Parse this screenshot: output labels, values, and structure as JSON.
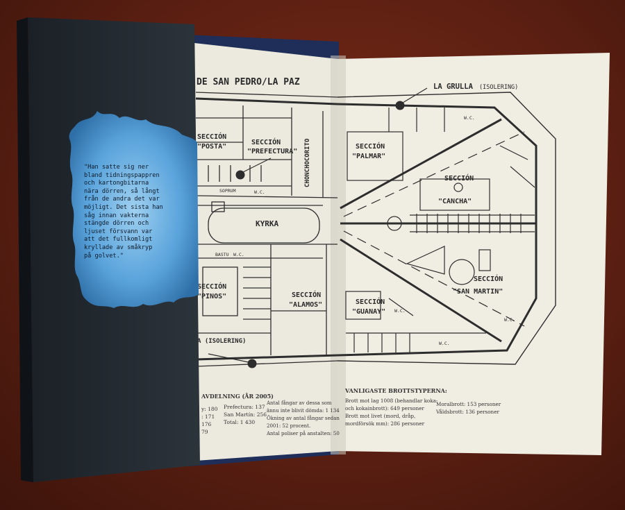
{
  "map": {
    "title_partial": "DE SAN PEDRO/LA PAZ",
    "labels": {
      "la_grulla": "LA GRULLA",
      "isolering_right": "(ISOLERING)",
      "posta_section": "SECCIÓN",
      "posta_name": "\"POSTA\"",
      "prefectura_section": "SECCIÓN",
      "prefectura_name": "\"PREFECTURA\"",
      "chonchocorito": "CHONCHOCORITO",
      "sopbum": "SOPRUM",
      "wc1": "W.C.",
      "palmar_section": "SECCIÓN",
      "palmar_name": "\"PALMAR\"",
      "cancha_section": "SECCIÓN",
      "cancha_name": "\"CANCHA\"",
      "kyrka": "KYRKA",
      "bastu": "BASTU",
      "wc2": "W.C.",
      "pinos_section": "SECCIÓN",
      "pinos_name": "\"PINOS\"",
      "alamos_section": "SECCIÓN",
      "alamos_name": "\"ALAMOS\"",
      "san_martin_section": "SECCIÓN",
      "san_martin_name": "\"SAN MARTIN\"",
      "guanay_section": "SECCIÓN",
      "guanay_name": "\"GUANAY\"",
      "wc3": "W.C.",
      "wc4": "W.C.",
      "wc5": "W.C.",
      "wc6": "W.C.",
      "isolering_left": "A (ISOLERING)"
    }
  },
  "stats": {
    "avdelning_heading": "AVDELNING (ÅR 2005)",
    "col1": [
      "y: 180",
      ": 171",
      "176",
      "79"
    ],
    "col2": [
      "Prefectura: 137",
      "San Martín: 256",
      "Total: 1 430"
    ],
    "col3": [
      "Antal fångar av dessa som",
      "ännu inte blivit dömda: 1 134",
      "Ökning av antal fångar sedan",
      "2001: 52 procent.",
      "Antal poliser på anstalten: 50"
    ],
    "brott_heading": "VANLIGASTE BROTTSTYPERNA:",
    "brott_col1": [
      "Brott mot lag 1008 (behandlar koka-",
      "och kokainbrott): 649 personer",
      "Brott mot livet (mord, dråp,",
      "mordförsök mm): 286 personer"
    ],
    "brott_col2": [
      "Moralbrott: 153 personer",
      "Våldsbrott: 136 personer"
    ]
  },
  "cover_quote": "\"Han satte sig ner\nbland tidningspappren\noch kartongbitarna\nnära dörren, så långt\nfrån de andra det var\nmöjligt. Det sista han\nsåg innan vakterna\nstängde dörren och\nljuset försvann var\natt det fullkomligt\nkryllade av småkryp\npå golvet.\""
}
